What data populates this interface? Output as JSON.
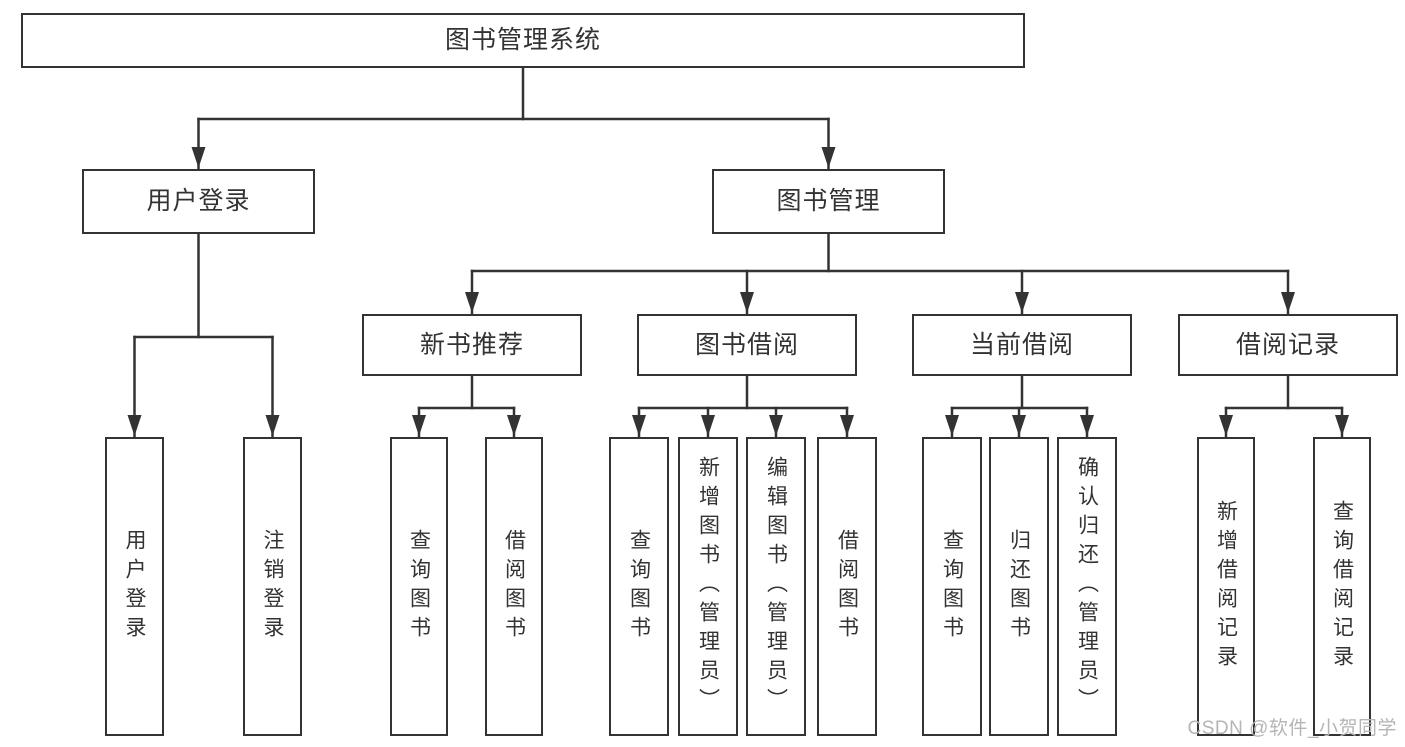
{
  "diagram": {
    "root": {
      "label": "图书管理系统"
    },
    "children": [
      {
        "label": "用户登录",
        "children": [
          {
            "label": "用户登录"
          },
          {
            "label": "注销登录"
          }
        ]
      },
      {
        "label": "图书管理",
        "children": [
          {
            "label": "新书推荐",
            "children": [
              {
                "label": "查询图书"
              },
              {
                "label": "借阅图书"
              }
            ]
          },
          {
            "label": "图书借阅",
            "children": [
              {
                "label": "查询图书"
              },
              {
                "label": "新增图书（管理员）"
              },
              {
                "label": "编辑图书（管理员）"
              },
              {
                "label": "借阅图书"
              }
            ]
          },
          {
            "label": "当前借阅",
            "children": [
              {
                "label": "查询图书"
              },
              {
                "label": "归还图书"
              },
              {
                "label": "确认归还（管理员）"
              }
            ]
          },
          {
            "label": "借阅记录",
            "children": [
              {
                "label": "新增借阅记录"
              },
              {
                "label": "查询借阅记录"
              }
            ]
          }
        ]
      }
    ]
  },
  "watermark": {
    "text": "CSDN @软件_小贺同学"
  },
  "colors": {
    "line": "#333333",
    "text": "#333333",
    "watermark": "#b5b5b5",
    "background": "#ffffff"
  }
}
